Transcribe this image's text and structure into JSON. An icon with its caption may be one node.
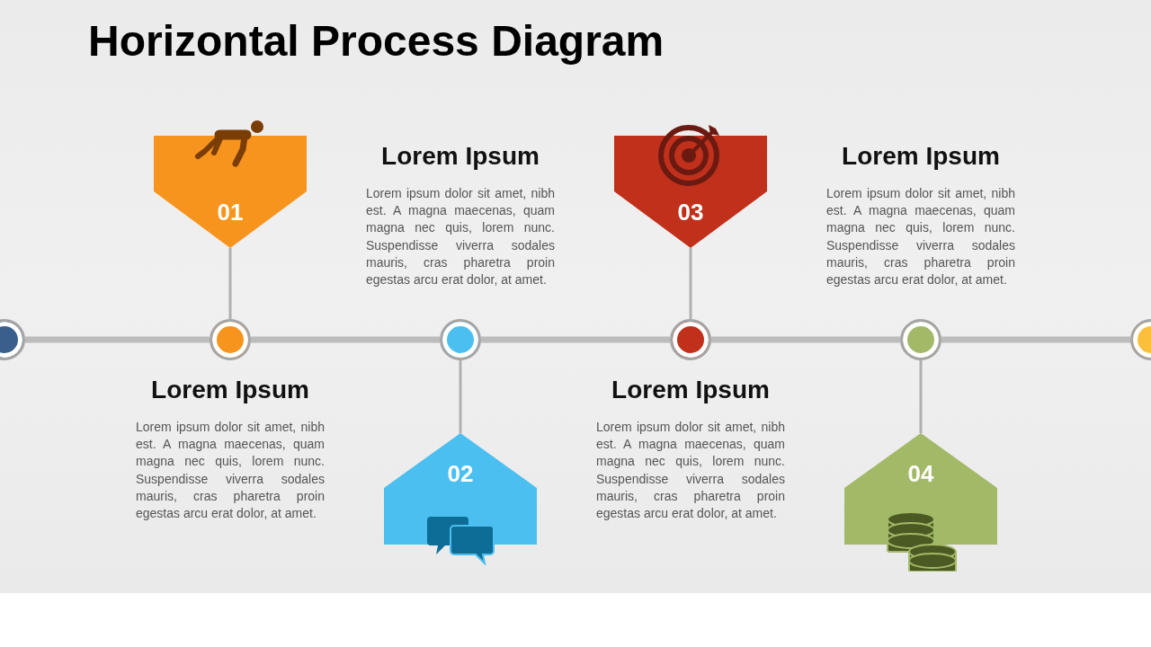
{
  "diagram": {
    "title": "Horizontal Process Diagram",
    "nodes": [
      {
        "text": [],
        "shape": "circle"
      },
      {
        "text": [],
        "shape": "circle"
      },
      {
        "text": [],
        "shape": "circle"
      },
      {
        "text": [],
        "shape": "circle"
      },
      {
        "text": [],
        "shape": "circle"
      },
      {
        "text": [],
        "shape": "circle"
      },
      {
        "text": [
          "01"
        ]
      },
      {
        "text": [
          "02"
        ]
      },
      {
        "text": [
          "03"
        ]
      },
      {
        "text": [
          "04"
        ]
      }
    ],
    "edges": [
      {
        "from": 0,
        "to": 1,
        "arrow": "none"
      },
      {
        "from": 1,
        "to": 2,
        "arrow": "none"
      },
      {
        "from": 2,
        "to": 3,
        "arrow": "none"
      },
      {
        "from": 3,
        "to": 4,
        "arrow": "none"
      },
      {
        "from": 4,
        "to": 5,
        "arrow": "none"
      },
      {
        "from": 1,
        "to": 6,
        "arrow": "none"
      },
      {
        "from": 2,
        "to": 7,
        "arrow": "none"
      },
      {
        "from": 3,
        "to": 8,
        "arrow": "none"
      },
      {
        "from": 4,
        "to": 9,
        "arrow": "none"
      }
    ],
    "labels": [
      "Lorem Ipsum",
      "Lorem ipsum dolor sit amet, nibh est. A magna maecenas, quam magna nec quis, lorem nunc. Suspendisse viverra sodales mauris, cras pharetra proin egestas arcu erat dolor, at amet.",
      "Lorem Ipsum",
      "Lorem ipsum dolor sit amet, nibh est. A magna maecenas, quam magna nec quis, lorem nunc. Suspendisse viverra sodales mauris, cras pharetra proin egestas arcu erat dolor, at amet.",
      "Lorem Ipsum",
      "Lorem ipsum dolor sit amet, nibh est. A magna maecenas, quam magna nec quis, lorem nunc. Suspendisse viverra sodales mauris, cras pharetra proin egestas arcu erat dolor, at amet.",
      "Lorem Ipsum",
      "Lorem ipsum dolor sit amet, nibh est. A magna maecenas, quam magna nec quis, lorem nunc. Suspendisse viverra sodales mauris, cras pharetra proin egestas arcu erat dolor, at amet."
    ]
  }
}
